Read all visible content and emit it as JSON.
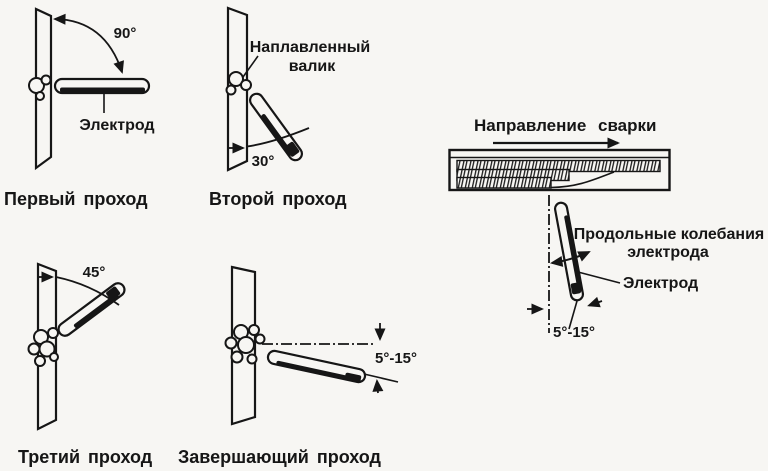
{
  "colors": {
    "ink": "#161616",
    "paper": "#f7f6f3"
  },
  "panels": {
    "first": {
      "caption": "Первый проход",
      "angle_label": "90°",
      "electrode_label": "Электрод"
    },
    "second": {
      "caption": "Второй проход",
      "angle_label": "30°",
      "bead_label_line1": "Наплавленный",
      "bead_label_line2": "валик"
    },
    "third": {
      "caption": "Третий проход",
      "angle_label": "45°"
    },
    "final": {
      "caption": "Завершающий проход",
      "angle_label": "5°-15°"
    }
  },
  "right_view": {
    "direction_label": "Направление сварки",
    "oscillation_label_line1": "Продольные колебания",
    "oscillation_label_line2": "электрода",
    "electrode_label": "Электрод",
    "angle_label": "5°-15°"
  }
}
